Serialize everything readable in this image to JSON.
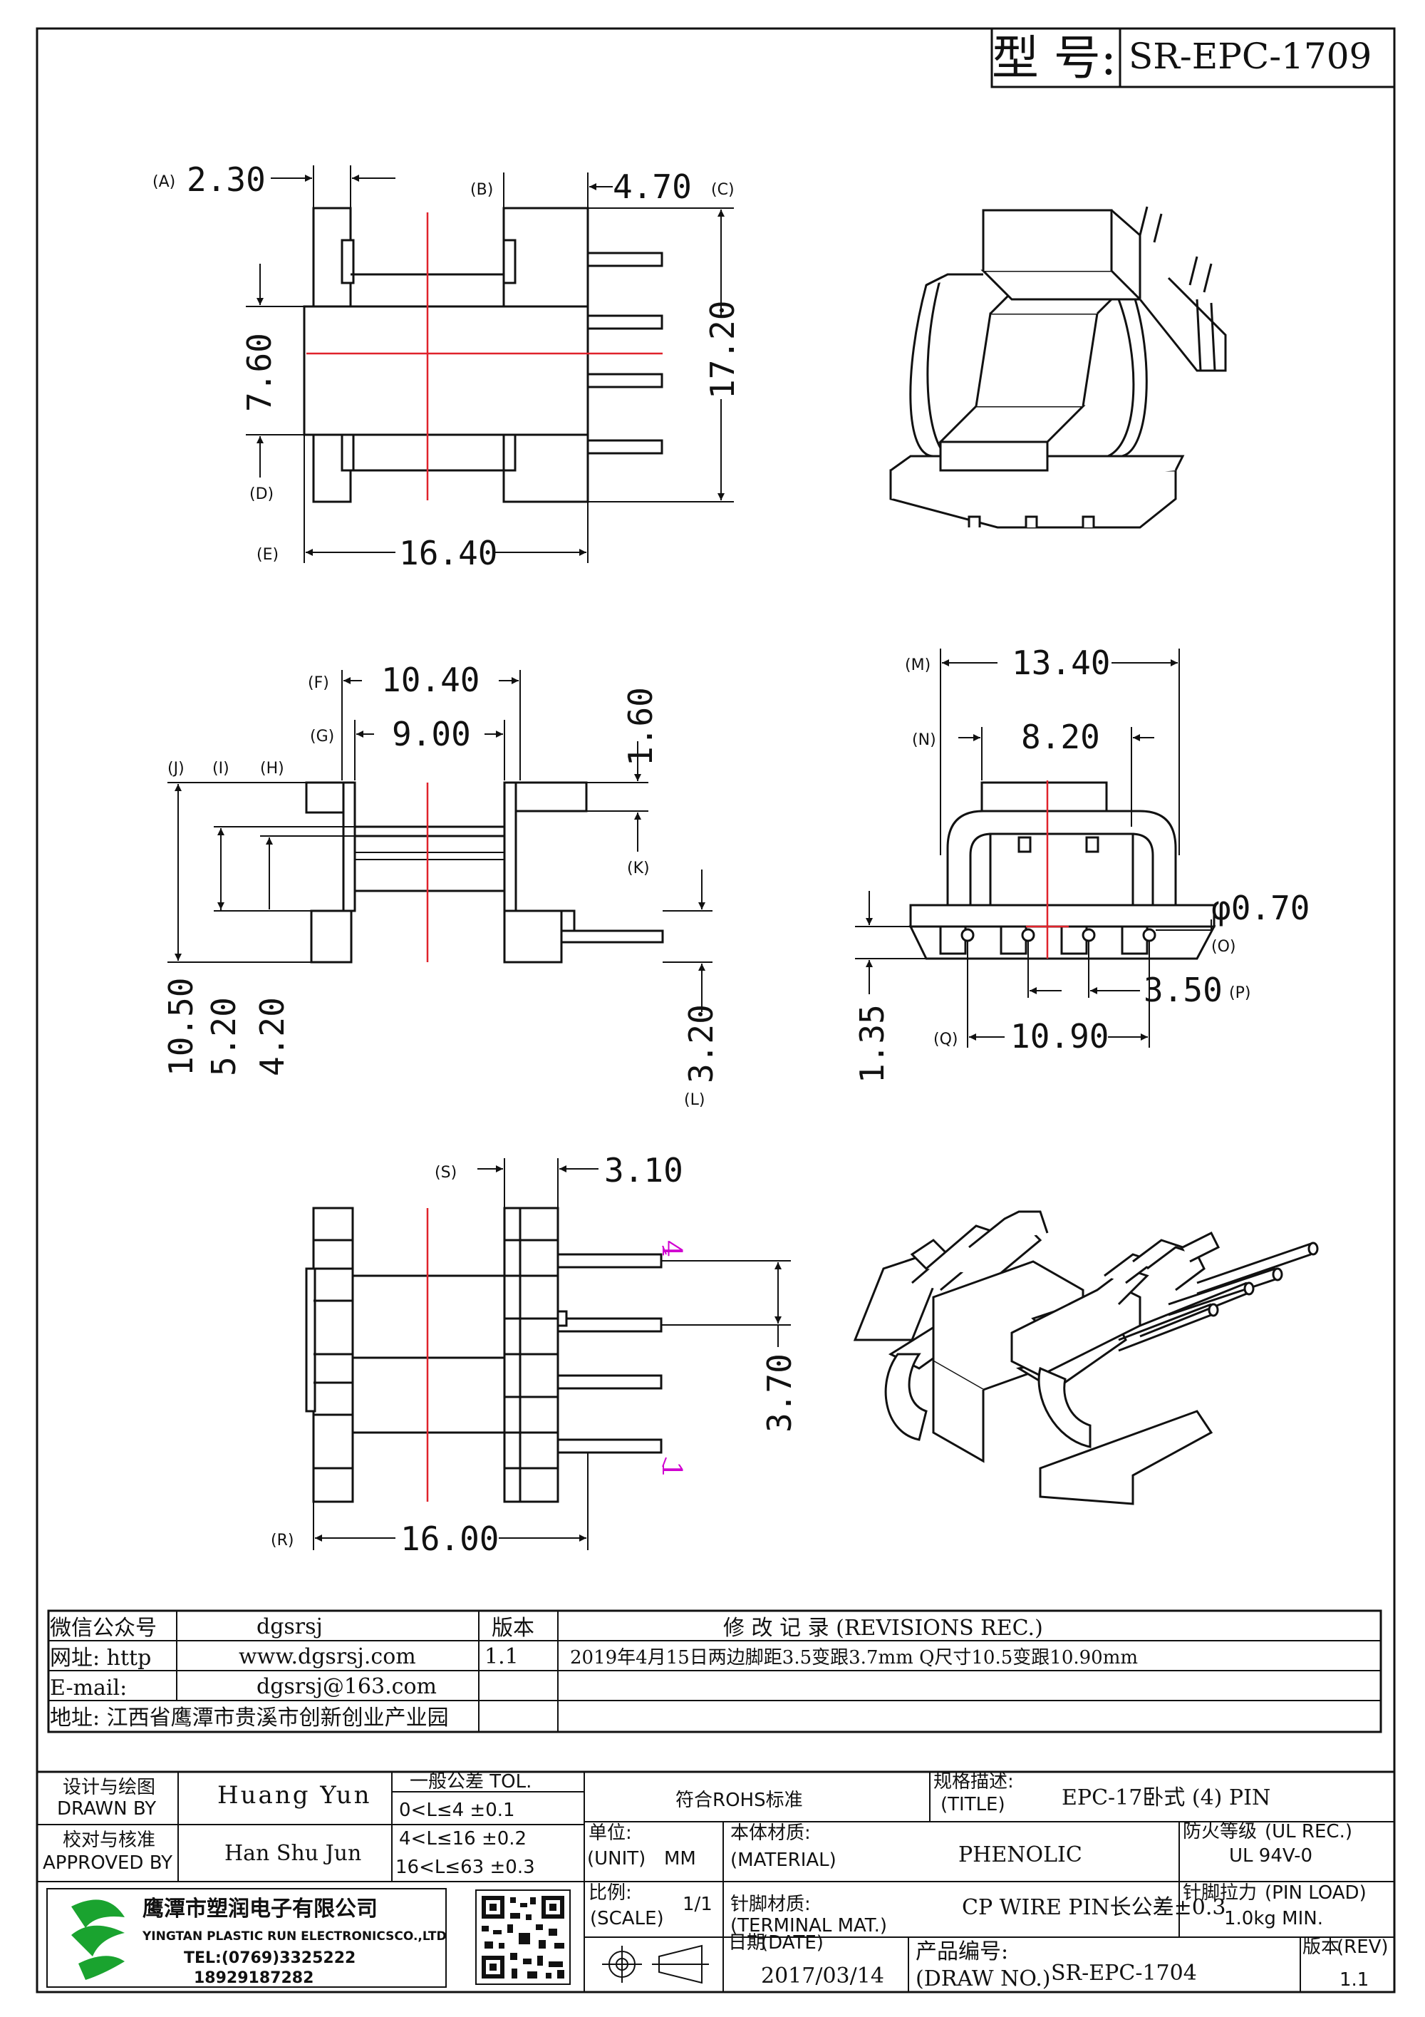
{
  "header": {
    "model_label": "型 号:",
    "model_value": "SR-EPC-1709"
  },
  "dims": {
    "a": "2.30",
    "b": "4.70",
    "c17": "17.20",
    "e": "16.40",
    "h760": "7.60",
    "f": "10.40",
    "g": "9.00",
    "k": "1.60",
    "v1050": "10.50",
    "v520": "5.20",
    "v420": "4.20",
    "l": "3.20",
    "m": "13.40",
    "n": "8.20",
    "o": "φ0.70",
    "p": "3.50",
    "q": "10.90",
    "v135": "1.35",
    "s": "3.10",
    "r": "16.00",
    "v370": "3.70"
  },
  "dim_letters": {
    "a": "A",
    "b": "B",
    "c": "C",
    "d": "D",
    "e": "E",
    "f": "F",
    "g": "G",
    "h": "H",
    "i": "I",
    "j": "J",
    "k": "K",
    "l": "L",
    "m": "M",
    "n": "N",
    "o": "O",
    "p": "P",
    "q": "Q",
    "r": "R",
    "s": "S"
  },
  "pins": {
    "first": "1",
    "last": "4"
  },
  "revision": {
    "wechat_label": "微信公众号",
    "wechat_value": "dgsrsj",
    "web_label": "网址: http",
    "web_value": "www.dgsrsj.com",
    "email_label": "E-mail:",
    "email_value": "dgsrsj@163.com",
    "address_label": "地址: 江西省鹰潭市贵溪市创新创业产业园",
    "version_header": "版本",
    "version_value": "1.1",
    "records_header": "修 改 记 录 (REVISIONS REC.)",
    "record_1": "2019年4月15日两边脚距3.5变跟3.7mm  Q尺寸10.5变跟10.90mm"
  },
  "title_block": {
    "designer_cn": "设计与绘图",
    "designer_en": "DRAWN BY",
    "designer_name": "Huang Yun",
    "checker_cn": "校对与核准",
    "checker_en": "APPROVED BY",
    "checker_name": "Han Shu Jun",
    "tol_title": "一般公差 TOL.",
    "tol_1": "0<L≤4   ±0.1",
    "tol_2": "4<L≤16  ±0.2",
    "tol_3": "16<L≤63 ±0.3",
    "rohs": "符合ROHS标准",
    "spec_cn": "规格描述:",
    "spec_en": "(TITLE)",
    "spec_value": "EPC-17卧式 (4) PIN",
    "unit_cn": "单位:",
    "unit_en": "(UNIT)",
    "unit_value": "MM",
    "material_cn": "本体材质:",
    "material_en": "(MATERIAL)",
    "material_value": "PHENOLIC",
    "fire_cn": "防火等级",
    "fire_en": "(UL REC.)",
    "fire_value": "UL 94V-0",
    "scale_cn": "比例:",
    "scale_en": "(SCALE)",
    "scale_value": "1/1",
    "terminal_cn": "针脚材质:",
    "terminal_en": "(TERMINAL MAT.)",
    "terminal_value": "CP WIRE  PIN长公差±0.3",
    "pinload_cn": "针脚拉力",
    "pinload_en": "(PIN LOAD)",
    "pinload_value": "1.0kg MIN.",
    "date_cn": "日期",
    "date_en": "(DATE)",
    "date_value": "2017/03/14",
    "drawno_cn": "产品编号:",
    "drawno_en": "(DRAW NO.)",
    "drawno_value": "SR-EPC-1704",
    "rev_cn": "版本",
    "rev_en": "(REV)",
    "rev_value": "1.1",
    "company_cn": "鹰潭市塑润电子有限公司",
    "company_en": "YINGTAN PLASTIC RUN ELECTRONICSCO.,LTD",
    "tel": "TEL:(0769)3325222",
    "mobile": "18929187282"
  }
}
